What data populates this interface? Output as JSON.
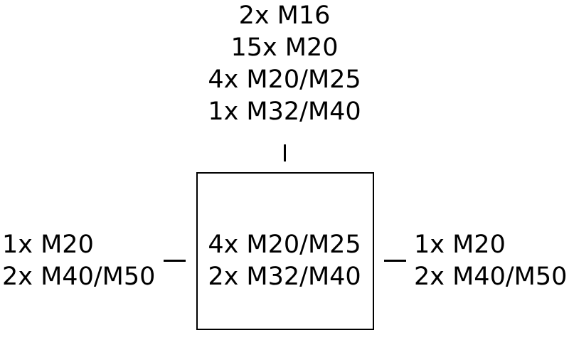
{
  "top": {
    "lines": [
      "2x M16",
      "15x M20",
      "4x M20/M25",
      "1x M32/M40"
    ]
  },
  "left": {
    "lines": [
      "1x M20",
      "2x M40/M50"
    ]
  },
  "center": {
    "lines": [
      "4x M20/M25",
      "2x M32/M40"
    ]
  },
  "right": {
    "lines": [
      "1x M20",
      "2x M40/M50"
    ]
  }
}
